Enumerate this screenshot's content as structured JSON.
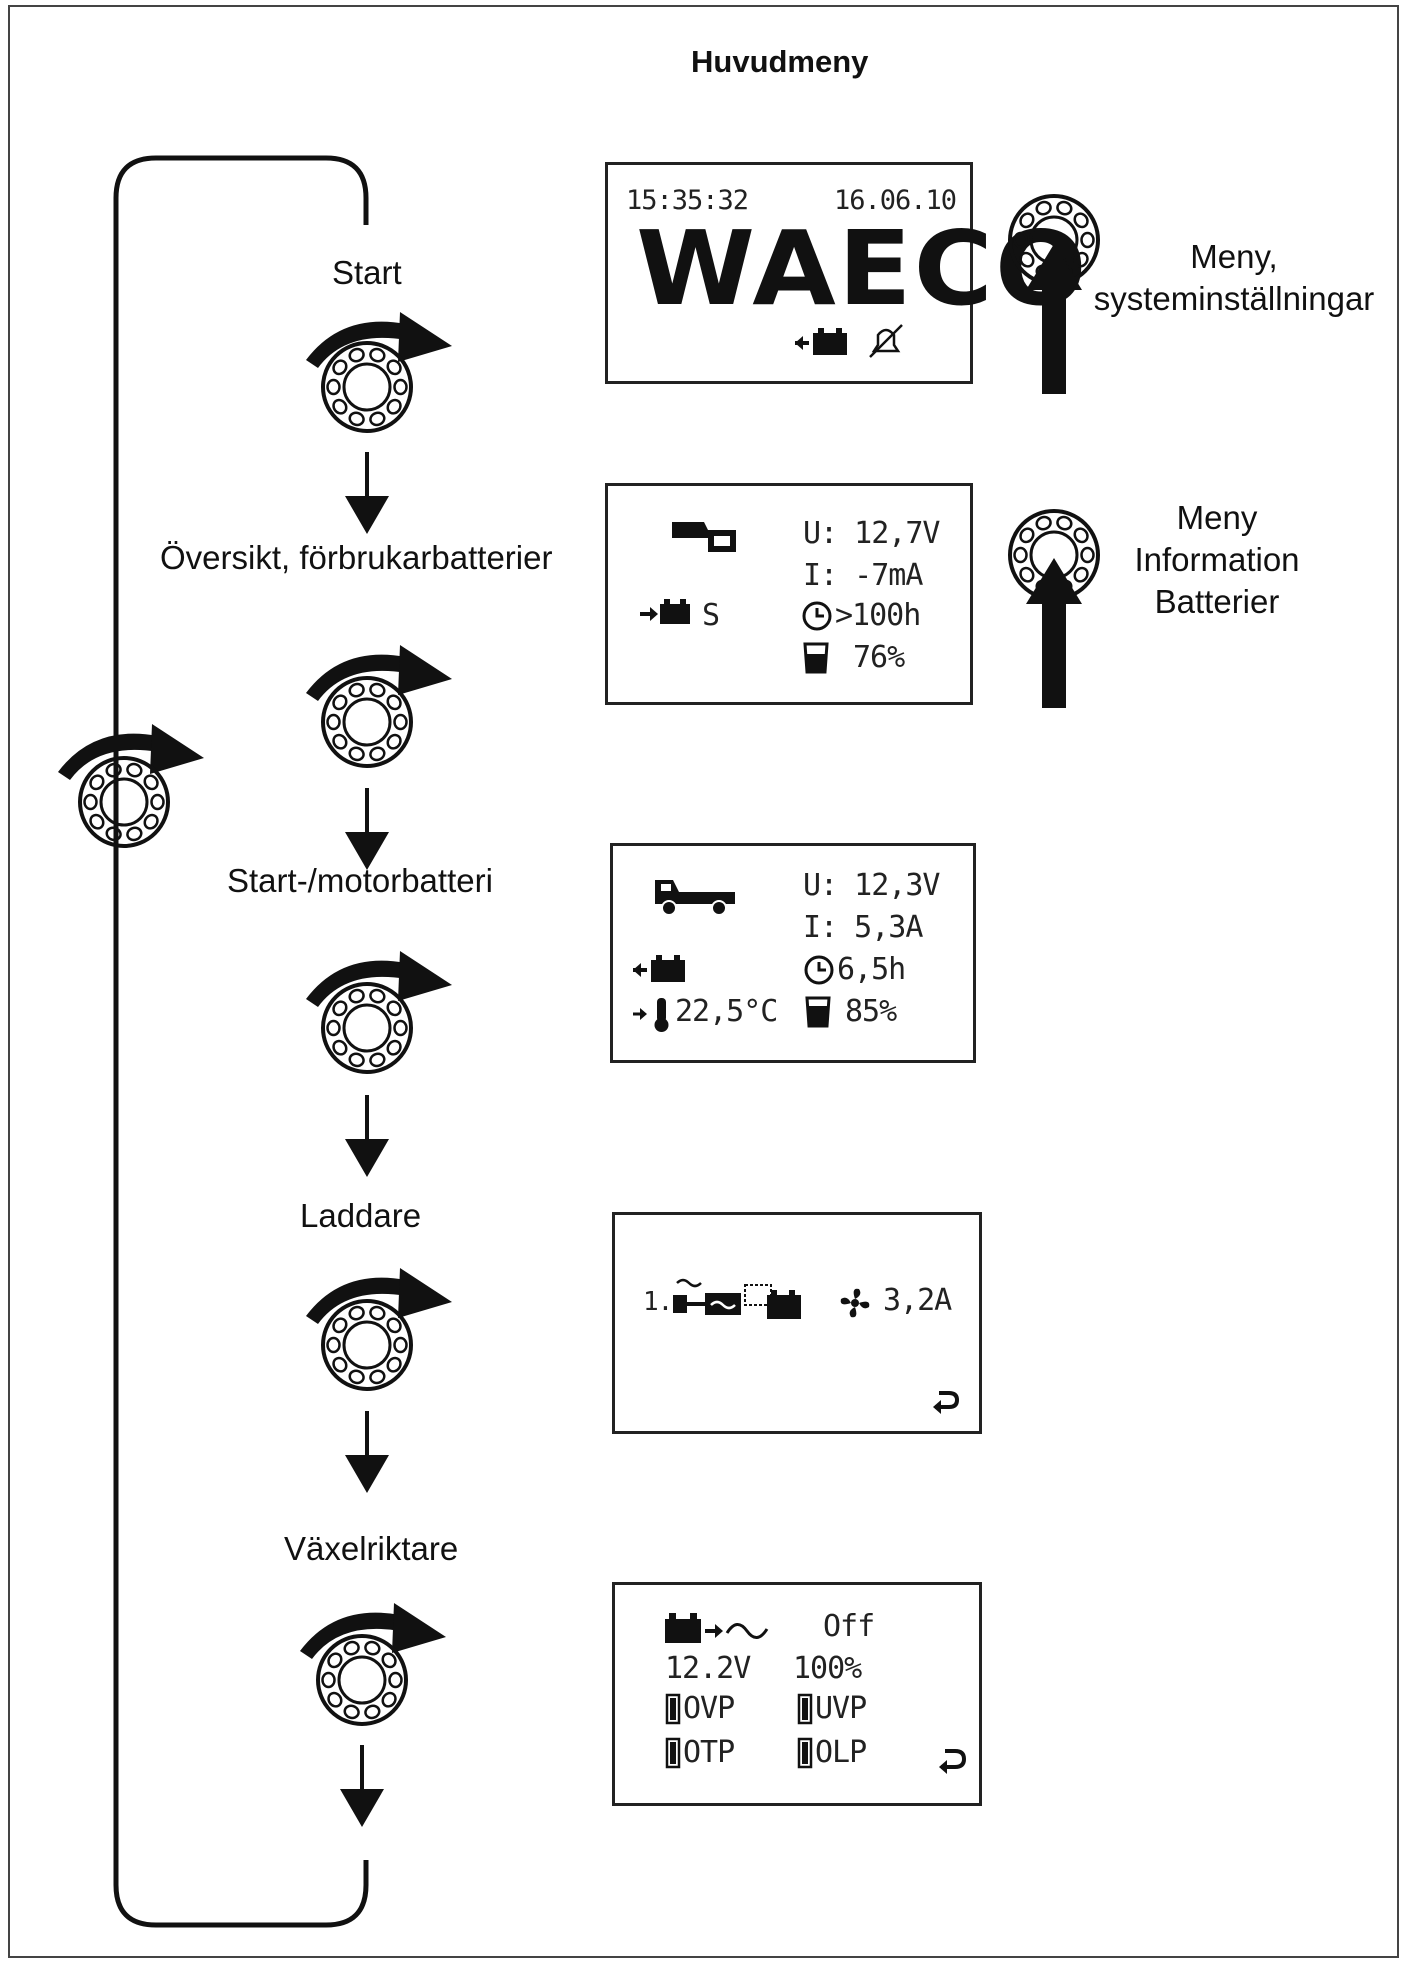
{
  "title": "Huvudmeny",
  "steps": [
    {
      "label": "Start"
    },
    {
      "label": "Översikt, förbrukarbatterier"
    },
    {
      "label": "Start-/motorbatteri"
    },
    {
      "label": "Laddare"
    },
    {
      "label": "Växelriktare"
    }
  ],
  "side_labels": {
    "start_line1": "Meny,",
    "start_line2": "systeminställningar",
    "info_line1": "Meny",
    "info_line2": "Information",
    "info_line3": "Batterier"
  },
  "screens": {
    "start": {
      "time": "15:35:32",
      "date": "16.06.10",
      "logo": "WAECO"
    },
    "consumer": {
      "voltage": "U: 12,7V",
      "current": "I:  -7mA",
      "battery_tag": "S",
      "runtime": ">100h",
      "charge": "76%"
    },
    "starter": {
      "voltage": "U: 12,3V",
      "current": "I: 5,3A",
      "runtime": "6,5h",
      "temperature": "22,5°C",
      "charge": "85%"
    },
    "charger": {
      "index": "1.",
      "current": "3,2A"
    },
    "inverter": {
      "state": "Off",
      "voltage": "12.2V",
      "load": "100%",
      "flag_ovp": "OVP",
      "flag_uvp": "UVP",
      "flag_otp": "OTP",
      "flag_olp": "OLP"
    }
  },
  "icons": {
    "rotary_knob": "knob-icon",
    "turn_arrow": "rotate-arrow-icon",
    "down_arrow": "arrow-down-icon",
    "up_arrow": "arrow-up-icon",
    "return_arrow": "return-arrow-icon"
  }
}
